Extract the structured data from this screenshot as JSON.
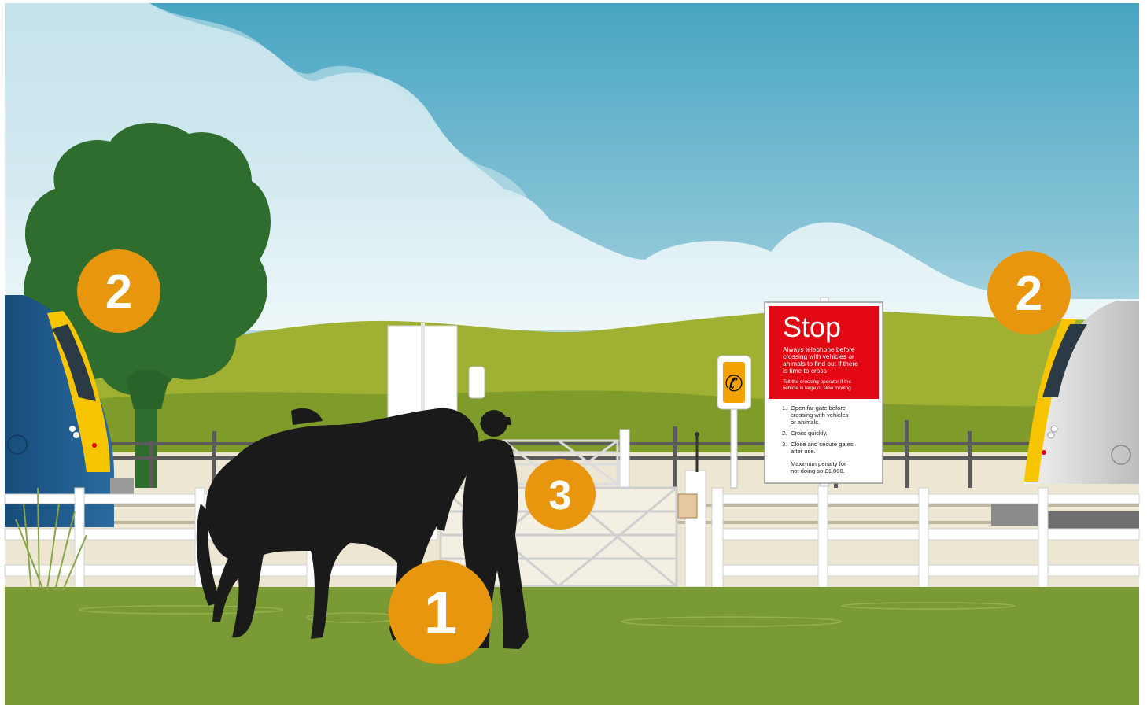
{
  "markers": [
    {
      "label": "1"
    },
    {
      "label": "2"
    },
    {
      "label": "2"
    },
    {
      "label": "3"
    }
  ],
  "sign": {
    "title": "Stop",
    "red_lines": [
      "Always telephone before",
      "crossing with vehicles or",
      "animals to find out if there",
      "is time to cross"
    ],
    "red_small_lines": [
      "Tell the crossing operator if the",
      "vehicle is large or slow moving"
    ],
    "steps": [
      {
        "num": "1.",
        "lines": [
          "Open far gate before",
          "crossing with vehicles",
          "or animals."
        ]
      },
      {
        "num": "2.",
        "lines": [
          "Cross quickly."
        ]
      },
      {
        "num": "3.",
        "lines": [
          "Close and secure gates",
          "after use."
        ]
      }
    ],
    "penalty_lines": [
      "Maximum penalty for",
      "not doing so £1,000."
    ]
  },
  "colors": {
    "sky_top": "#4aa8c4",
    "sky_bottom": "#d7ecf1",
    "hill": "#9fb032",
    "hill_dark": "#6f8f2a",
    "grass": "#7a9a36",
    "tree": "#2e6d2e",
    "marker": "#e8960e",
    "sign_red": "#e30613",
    "train_blue": "#1e5b8c",
    "train_silver": "#d8d8d8",
    "train_yellow": "#f6c400",
    "silhouette": "#1a1a1a"
  },
  "icons": [
    "telephone-icon"
  ]
}
